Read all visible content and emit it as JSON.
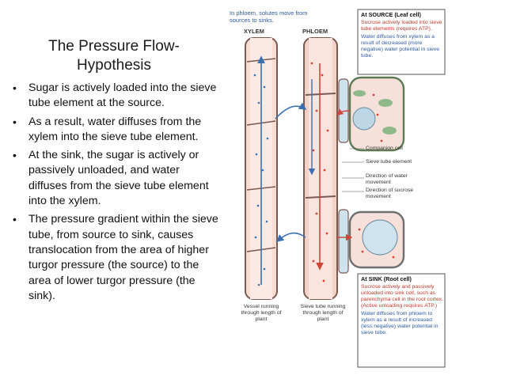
{
  "slide": {
    "title": "The Pressure Flow-Hypothesis",
    "bullets": [
      "Sugar is actively loaded into the sieve tube element at the source.",
      " As a result, water diffuses from the xylem into the sieve tube element.",
      " At the sink, the sugar is actively or passively unloaded, and water diffuses from the sieve tube element into the xylem.",
      " The pressure gradient within the sieve tube, from source to sink, causes translocation from the area of higher turgor pressure (the source) to the area of lower turgor pressure (the sink)."
    ]
  },
  "figure": {
    "header": "In phloem, solutes move from sources to sinks.",
    "xylem_label": "XYLEM",
    "phloem_label": "PHLOEM",
    "source_box": {
      "title": "At SOURCE (Leaf cell)",
      "item1": "Sucrose actively loaded into sieve tube elements (requires ATP).",
      "item2": "Water diffuses from xylem as a result of decreased (more negative) water potential in sieve tube."
    },
    "callouts": {
      "companion": "Companion cell",
      "sieve": "Sieve tube element",
      "water_dir": "Direction of water movement",
      "sucrose_dir": "Direction of sucrose movement"
    },
    "sink_box": {
      "title": "At SINK (Root cell)",
      "item1": "Sucrose actively and passively unloaded into sink cell, such as parenchyma cell in the root cortex. (Active unloading requires ATP.)",
      "item2": "Water diffuses from phloem to xylem as a result of increased (less negative) water potential in sieve tube."
    },
    "vessel_caption": "Vessel running through length of plant",
    "sieve_caption": "Sieve tube running through length of plant",
    "colors": {
      "water": "#3a6fb0",
      "sucrose": "#d0473a",
      "cell_green": "#8fb98a",
      "tube": "#f3d2c9"
    }
  }
}
